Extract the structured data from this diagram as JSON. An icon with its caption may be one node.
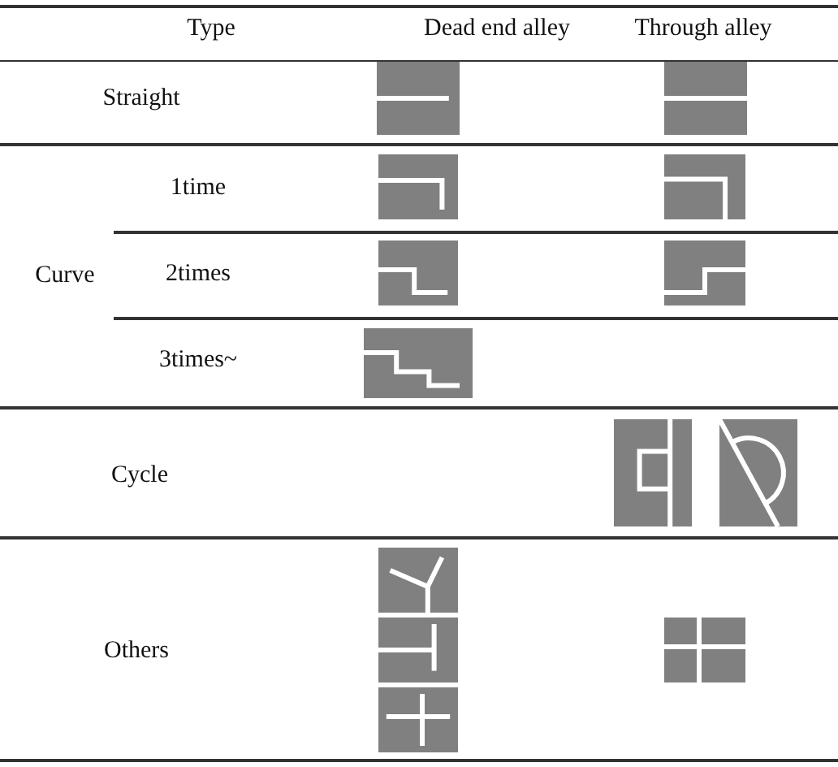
{
  "diagram": {
    "labels": [
      "Type",
      "Dead end alley",
      "Through alley",
      "Straight",
      "1time",
      "Curve",
      "2times",
      "3times~",
      "Cycle",
      "Others"
    ]
  }
}
